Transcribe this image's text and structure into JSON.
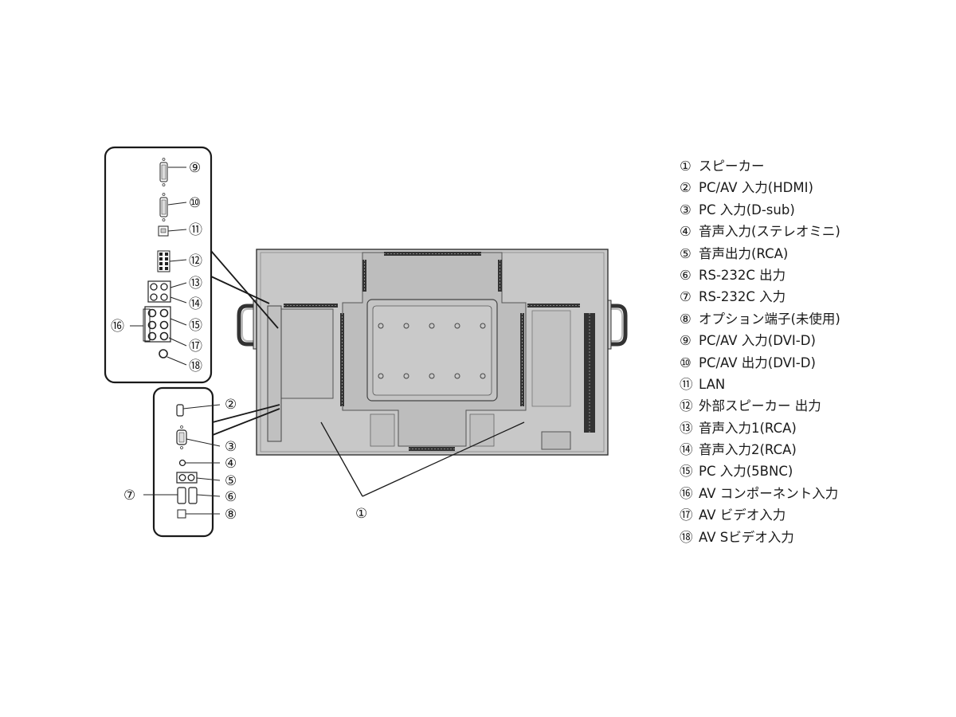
{
  "markers": {
    "m1": "①",
    "m2": "②",
    "m3": "③",
    "m4": "④",
    "m5": "⑤",
    "m6": "⑥",
    "m7": "⑦",
    "m8": "⑧",
    "m9": "⑨",
    "m10": "⑩",
    "m11": "⑪",
    "m12": "⑫",
    "m13": "⑬",
    "m14": "⑭",
    "m15": "⑮",
    "m16": "⑯",
    "m17": "⑰",
    "m18": "⑱"
  },
  "legend": [
    {
      "marker": "①",
      "label": "スピーカー"
    },
    {
      "marker": "②",
      "label": "PC/AV 入力(HDMI)"
    },
    {
      "marker": "③",
      "label": "PC 入力(D-sub)"
    },
    {
      "marker": "④",
      "label": "音声入力(ステレオミニ)"
    },
    {
      "marker": "⑤",
      "label": "音声出力(RCA)"
    },
    {
      "marker": "⑥",
      "label": "RS-232C 出力"
    },
    {
      "marker": "⑦",
      "label": "RS-232C 入力"
    },
    {
      "marker": "⑧",
      "label": "オプション端子(未使用)"
    },
    {
      "marker": "⑨",
      "label": "PC/AV 入力(DVI-D)"
    },
    {
      "marker": "⑩",
      "label": "PC/AV 出力(DVI-D)"
    },
    {
      "marker": "⑪",
      "label": "LAN"
    },
    {
      "marker": "⑫",
      "label": "外部スピーカー 出力"
    },
    {
      "marker": "⑬",
      "label": "音声入力1(RCA)"
    },
    {
      "marker": "⑭",
      "label": "音声入力2(RCA)"
    },
    {
      "marker": "⑮",
      "label": "PC 入力(5BNC)"
    },
    {
      "marker": "⑯",
      "label": "AV コンポーネント入力"
    },
    {
      "marker": "⑰",
      "label": "AV ビデオ入力"
    },
    {
      "marker": "⑱",
      "label": "AV Sビデオ入力"
    }
  ]
}
